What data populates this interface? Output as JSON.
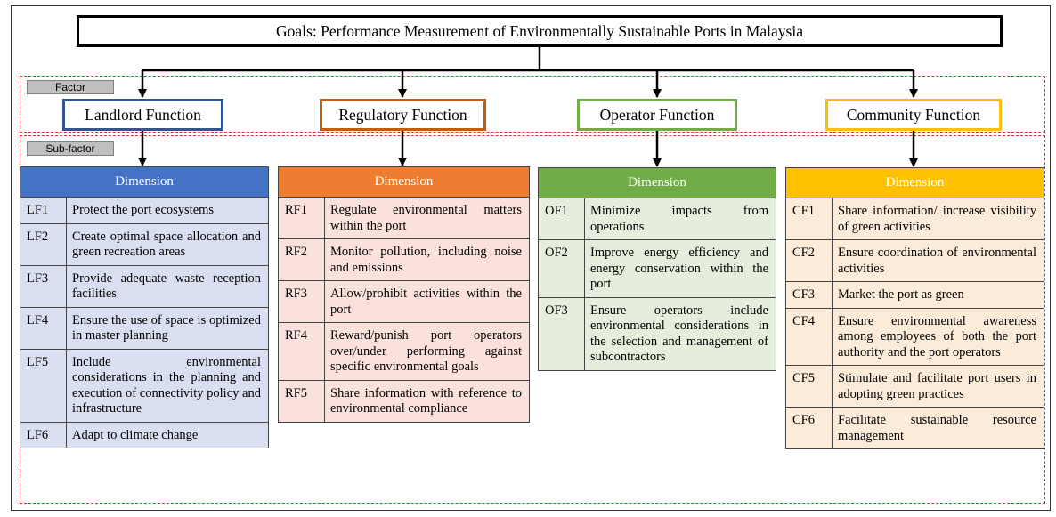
{
  "goal": "Goals: Performance Measurement of Environmentally Sustainable Ports in Malaysia",
  "tags": {
    "factor": "Factor",
    "subfactor": "Sub-factor"
  },
  "colors": {
    "landlord": "#2f5597",
    "regulatory": "#c55a11",
    "operator": "#70ad47",
    "community": "#ffc000",
    "landlord_head": "#4472c4",
    "regulatory_head": "#ed7d31",
    "operator_head": "#70ad47",
    "community_head": "#ffc000",
    "landlord_row": "#d9dff0",
    "regulatory_row": "#fbe1dc",
    "operator_row": "#e5eddd",
    "community_row": "#fcebd9"
  },
  "columns": [
    {
      "function": "Landlord Function",
      "dimension": "Dimension",
      "items": [
        {
          "code": "LF1",
          "text": "Protect the port ecosystems"
        },
        {
          "code": "LF2",
          "text": "Create optimal space allocation and green recreation areas"
        },
        {
          "code": "LF3",
          "text": "Provide adequate waste reception facilities"
        },
        {
          "code": "LF4",
          "text": "Ensure the use of space is optimized in master planning"
        },
        {
          "code": "LF5",
          "text": "Include environmental considerations in the planning and execution of connectivity policy and infrastructure"
        },
        {
          "code": "LF6",
          "text": "Adapt to climate change"
        }
      ]
    },
    {
      "function": "Regulatory Function",
      "dimension": "Dimension",
      "items": [
        {
          "code": "RF1",
          "text": "Regulate environmental matters within the port"
        },
        {
          "code": "RF2",
          "text": "Monitor pollution, including noise and emissions"
        },
        {
          "code": "RF3",
          "text": "Allow/prohibit activities within the port"
        },
        {
          "code": "RF4",
          "text": "Reward/punish port operators over/under performing against specific environmental goals"
        },
        {
          "code": "RF5",
          "text": "Share information with reference to environmental compliance"
        }
      ]
    },
    {
      "function": "Operator Function",
      "dimension": "Dimension",
      "items": [
        {
          "code": "OF1",
          "text": "Minimize impacts from operations"
        },
        {
          "code": "OF2",
          "text": "Improve energy efficiency and energy conservation within the port"
        },
        {
          "code": "OF3",
          "text": "Ensure operators include environmental considerations in the selection and management of subcontractors"
        }
      ]
    },
    {
      "function": "Community Function",
      "dimension": "Dimension",
      "items": [
        {
          "code": "CF1",
          "text": "Share information/ increase visibility of green activities"
        },
        {
          "code": "CF2",
          "text": "Ensure coordination of environmental activities"
        },
        {
          "code": "CF3",
          "text": "Market the port as green"
        },
        {
          "code": "CF4",
          "text": "Ensure environmental awareness among employees of both the port authority and the port operators"
        },
        {
          "code": "CF5",
          "text": "Stimulate and facilitate port users in adopting green practices"
        },
        {
          "code": "CF6",
          "text": "Facilitate sustainable resource management"
        }
      ]
    }
  ]
}
